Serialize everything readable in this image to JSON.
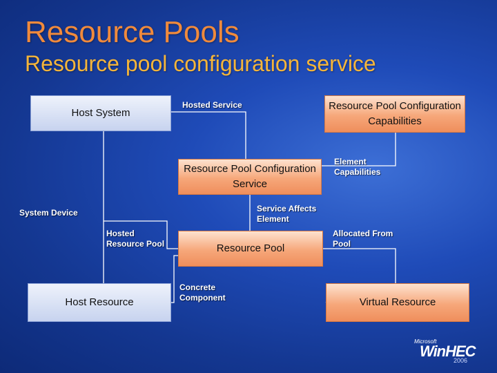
{
  "slide": {
    "title": "Resource Pools",
    "subtitle": "Resource pool configuration service"
  },
  "boxes": {
    "host_system": "Host System",
    "rp_capabilities": "Resource Pool Configuration Capabilities",
    "rp_config_service": "Resource Pool Configuration Service",
    "resource_pool": "Resource Pool",
    "host_resource": "Host Resource",
    "virtual_resource": "Virtual Resource"
  },
  "associations": {
    "hosted_service": "Hosted Service",
    "element_capabilities": "Element Capabilities",
    "system_device": "System Device",
    "service_affects_element": "Service Affects Element",
    "hosted_resource_pool": "Hosted Resource Pool",
    "allocated_from_pool": "Allocated From Pool",
    "concrete_component": "Concrete Component"
  },
  "logo": {
    "vendor": "Microsoft",
    "name": "WinHEC",
    "year": "2006"
  },
  "colors": {
    "title": "#f08a3c",
    "subtitle": "#f5b53a",
    "class_box": "#c7d3ef",
    "service_box": "#f6a77a"
  }
}
